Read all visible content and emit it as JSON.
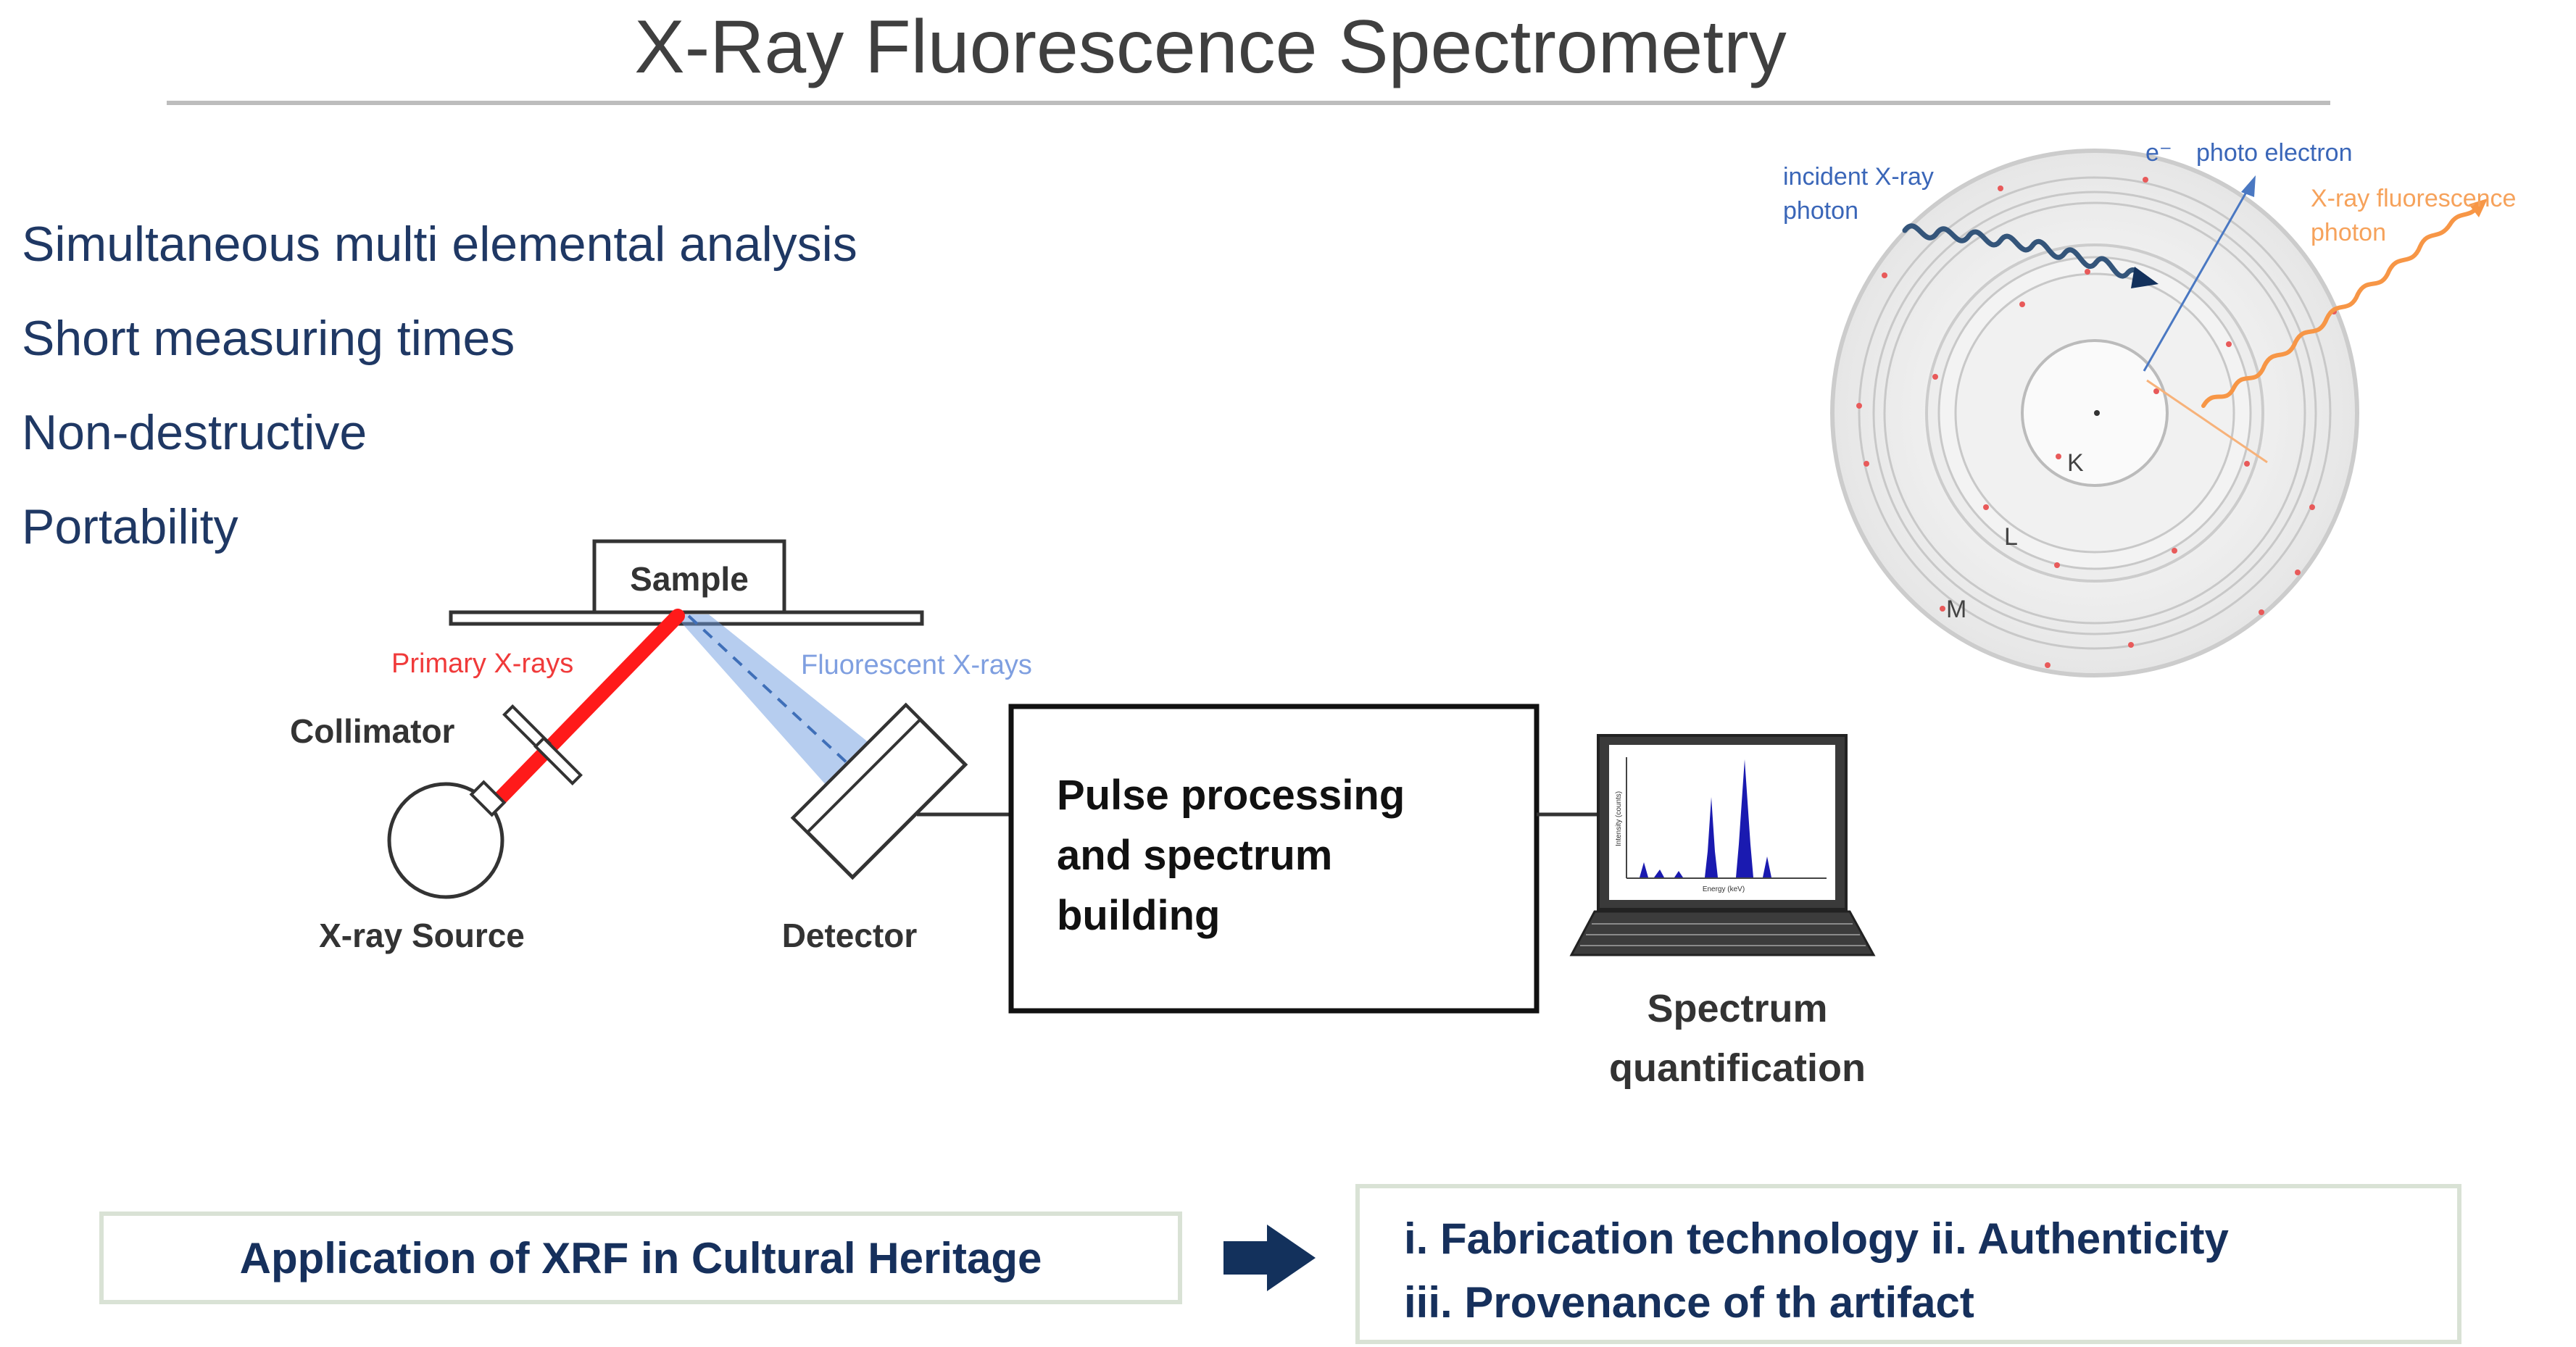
{
  "title": "X-Ray Fluorescence Spectrometry",
  "features": [
    "Simultaneous multi elemental analysis",
    "Short measuring times",
    "Non-destructive",
    "Portability"
  ],
  "setup": {
    "sample": "Sample",
    "primary_xrays": "Primary X-rays",
    "fluorescent_xrays": "Fluorescent X-rays",
    "collimator": "Collimator",
    "xray_source": "X-ray Source",
    "detector": "Detector",
    "processing_box": [
      "Pulse processing",
      "and spectrum",
      "building"
    ],
    "spectrum_label": [
      "Spectrum",
      "quantification"
    ],
    "screen_y_axis": "Intensity (counts)",
    "screen_x_axis": "Energy (keV)"
  },
  "atom": {
    "incident": [
      "incident X-ray",
      "photon"
    ],
    "electron_symbol": "e⁻",
    "electron": "photo electron",
    "fluorescence": [
      "X-ray fluorescence",
      "photon"
    ],
    "shell_k": "K",
    "shell_l": "L",
    "shell_m": "M"
  },
  "application": {
    "label": "Application of XRF in Cultural Heritage",
    "results": [
      "i. Fabrication technology ii. Authenticity",
      "iii. Provenance of th artifact"
    ]
  },
  "colors": {
    "title_text": "#3f3f3f",
    "feature_text": "#1f3864",
    "primary_ray": "#ff1a1a",
    "fluorescent_beam": "#5b8fd9",
    "incident_wave": "#34557a",
    "fluorescence_wave": "#f79646",
    "electron_arrow": "#4a78c2",
    "arrow_fill": "#13315c",
    "box_border": "#dde5da",
    "spectrum_peaks": "#1a1ab0"
  }
}
